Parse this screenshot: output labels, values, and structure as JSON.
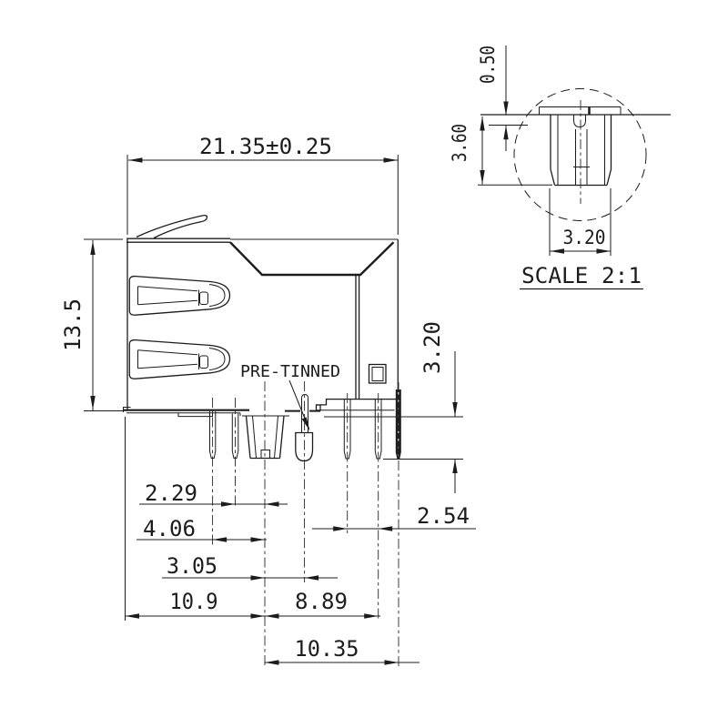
{
  "page": {
    "background": "#ffffff",
    "line_color": "#1c1c1c"
  },
  "main_view": {
    "dim_overall_width": "21.35±0.25",
    "dim_overall_height": "13.5",
    "dim_pin_protrusion": "3.20",
    "dim_pin_pitch": "2.54",
    "dim_pin2_to_center": "2.29",
    "dim_pin1_to_center": "4.06",
    "dim_center_to_tinned": "3.05",
    "dim_edge_to_center": "10.9",
    "dim_center_to_pin5": "8.89",
    "dim_center_to_locator": "10.35",
    "callout_pre_tinned": "PRE-TINNED"
  },
  "detail_view": {
    "dim_step": "0.50",
    "dim_post_height": "3.60",
    "dim_post_width": "3.20",
    "scale_label": "SCALE 2:1"
  }
}
